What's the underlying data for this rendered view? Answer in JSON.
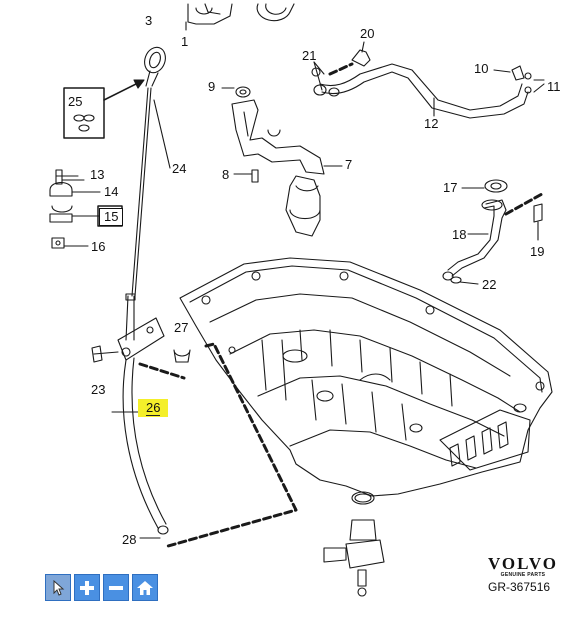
{
  "callouts": [
    {
      "id": "c1",
      "text": "1"
    },
    {
      "id": "c3",
      "text": "3"
    },
    {
      "id": "c7",
      "text": "7"
    },
    {
      "id": "c8",
      "text": "8"
    },
    {
      "id": "c9",
      "text": "9"
    },
    {
      "id": "c10",
      "text": "10"
    },
    {
      "id": "c11",
      "text": "11"
    },
    {
      "id": "c12",
      "text": "12"
    },
    {
      "id": "c13",
      "text": "13"
    },
    {
      "id": "c14",
      "text": "14"
    },
    {
      "id": "c15",
      "text": "15"
    },
    {
      "id": "c16",
      "text": "16"
    },
    {
      "id": "c17",
      "text": "17"
    },
    {
      "id": "c18",
      "text": "18"
    },
    {
      "id": "c19",
      "text": "19"
    },
    {
      "id": "c20",
      "text": "20"
    },
    {
      "id": "c21",
      "text": "21"
    },
    {
      "id": "c22",
      "text": "22"
    },
    {
      "id": "c23",
      "text": "23"
    },
    {
      "id": "c24",
      "text": "24"
    },
    {
      "id": "c25",
      "text": "25"
    },
    {
      "id": "c26",
      "text": "26"
    },
    {
      "id": "c27",
      "text": "27"
    },
    {
      "id": "c28",
      "text": "28"
    }
  ],
  "brand": {
    "logo": "VOLVO",
    "tagline": "GENUINE PARTS"
  },
  "reference": "GR-367516",
  "toolbar": {
    "buttons": [
      {
        "icon": "pointer-icon"
      },
      {
        "icon": "plus-icon"
      },
      {
        "icon": "minus-icon"
      },
      {
        "icon": "home-icon"
      }
    ]
  },
  "colors": {
    "highlight": "#f4ef2a",
    "toolbar": "#4a90e2",
    "line": "#1a1a1a"
  }
}
